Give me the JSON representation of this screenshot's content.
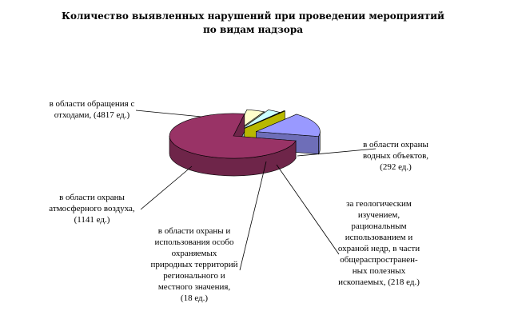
{
  "chart_data": {
    "type": "pie",
    "title_lines": [
      "Количество выявленных нарушений при проведении мероприятий",
      "по видам надзора"
    ],
    "slices": [
      {
        "label_lines": [
          "в области обращения с",
          "отходами, (4817 ед.)"
        ],
        "value": 4817,
        "color": "#993366"
      },
      {
        "label_lines": [
          "в области охраны",
          "водных объектов,",
          "(292 ед.)"
        ],
        "value": 292,
        "color": "#ffffcc"
      },
      {
        "label_lines": [
          "за геологическим",
          "изучением,",
          "рациональным",
          "использованием и",
          "охраной недр, в части",
          "общераспространен-",
          "ных полезных",
          "ископаемых, (218 ед.)"
        ],
        "value": 218,
        "color": "#ccffff"
      },
      {
        "label_lines": [
          "в области охраны и",
          "использования особо",
          "охраняемых",
          "природных территорий",
          "регионального и",
          "местного значения,",
          "(18 ед.)"
        ],
        "value": 18,
        "color": "#ffff00"
      },
      {
        "label_lines": [
          "в области охраны",
          "атмосферного воздуха,",
          "(1141 ед.)"
        ],
        "value": 1141,
        "color": "#9999ff"
      }
    ]
  }
}
